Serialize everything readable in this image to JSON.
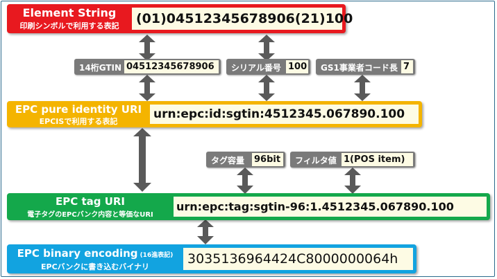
{
  "element_string": {
    "title": "Element String",
    "subtitle": "印刷シンボルで利用する表記",
    "value": "(01)04512345678906(21)100"
  },
  "attributes_top": [
    {
      "label": "14桁GTIN",
      "value": "04512345678906"
    },
    {
      "label": "シリアル番号",
      "value": "100"
    },
    {
      "label": "GS1事業者コード長",
      "value": "7"
    }
  ],
  "epc_pure_identity": {
    "title": "EPC pure identity URI",
    "subtitle": "EPCISで利用する表記",
    "value": "urn:epc:id:sgtin:4512345.067890.100"
  },
  "attributes_mid": [
    {
      "label": "タグ容量",
      "value": "96bit"
    },
    {
      "label": "フィルタ値",
      "value": "1(POS item)"
    }
  ],
  "epc_tag_uri": {
    "title": "EPC tag URI",
    "subtitle": "電子タグのEPCバンク内容と等価なURI",
    "value": "urn:epc:tag:sgtin-96:1.4512345.067890.100"
  },
  "epc_binary": {
    "title": "EPC binary encoding",
    "title_note": "(16進表記)",
    "subtitle": "EPCバンクに書き込むバイナリ",
    "value": "3035136964424C8000000064h"
  },
  "colors": {
    "element_string": "#e8191f",
    "epc_pure_identity": "#f4b400",
    "epc_tag_uri": "#14a84b",
    "epc_binary": "#12a3e0",
    "tag_gray": "#7a7a7a",
    "arrow_gray": "#5a5a5a",
    "value_bg": "#fdfbe4"
  }
}
